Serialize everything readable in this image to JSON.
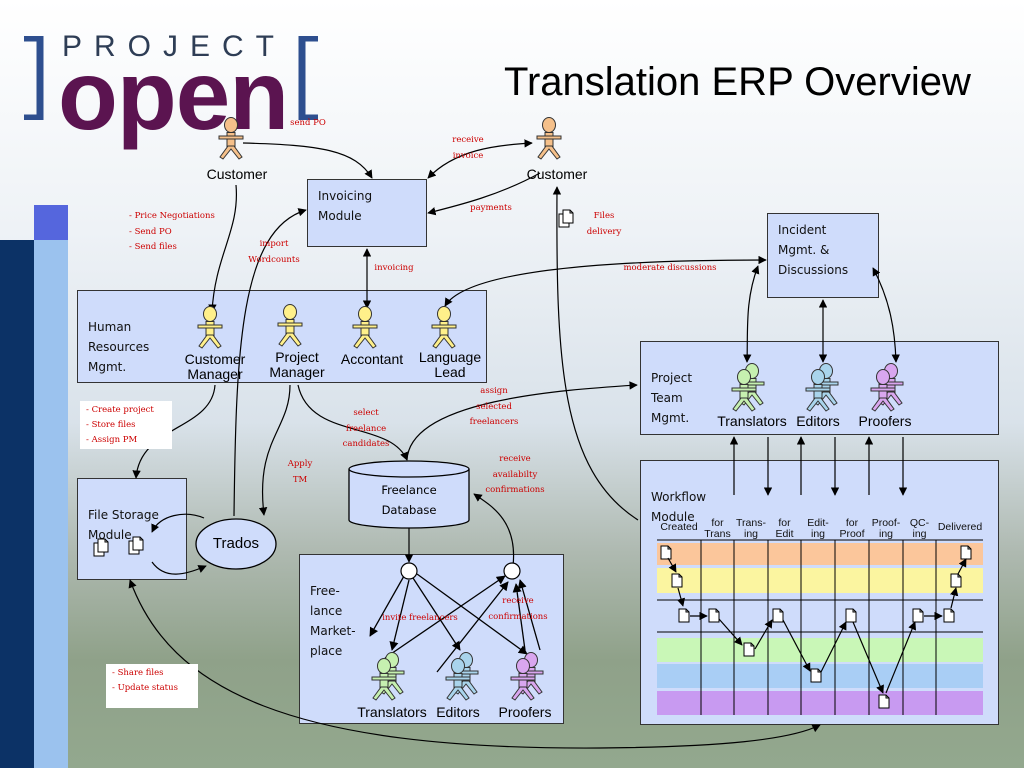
{
  "logo": {
    "project": "PROJECT",
    "open": "open"
  },
  "title": "Translation ERP Overview",
  "actors": {
    "customer_left": "Customer",
    "customer_right": "Customer",
    "customer_manager": "Customer\nManager",
    "project_manager": "Project\nManager",
    "accountant": "Accontant",
    "language_lead": "Language\nLead",
    "pt_translators": "Translators",
    "pt_editors": "Editors",
    "pt_proofers": "Proofers",
    "fm_translators": "Translators",
    "fm_editors": "Editors",
    "fm_proofers": "Proofers"
  },
  "modules": {
    "invoicing": "Invoicing\nModule",
    "incident": "Incident\nMgmt. &\nDiscussions",
    "hr": "Human\nResources\nMgmt.",
    "project_team": "Project\nTeam\nMgmt.",
    "file_storage": "File Storage\nModule",
    "trados": "Trados",
    "freelance_db": "Freelance\nDatabase",
    "marketplace": "Free-\nlance\nMarket-\nplace",
    "workflow": "Workflow\nModule"
  },
  "flows": {
    "send_po": "send PO",
    "receive_invoice": "receive\ninvoice",
    "payments": "payments",
    "files_delivery": "Files\ndelivery",
    "customer_tasks": "- Price Negotiations\n- Send PO\n- Send files",
    "import_wordcounts": "import\nWordcounts",
    "invoicing": "invoicing",
    "moderate_discussions": "moderate discussions",
    "assign_selected": "assign\nselected\nfreelancers",
    "select_candidates": "select\nfreelance\ncandidates",
    "apply_tm": "Apply\nTM",
    "receive_availability": "receive\navailabilty\nconfirmations",
    "invite_freelancers": "invite freelancers",
    "receive_confirmations": "receive\nconfirmations"
  },
  "notes": {
    "create_project": "-    Create project\n-    Store files\n-    Assign PM",
    "share_files": "-    Share files\n-    Update status"
  },
  "workflow_columns": [
    "Created",
    "for\nTrans",
    "Trans-\ning",
    "for\nEdit",
    "Edit-\ning",
    "for\nProof",
    "Proof-\ning",
    "QC-\ning",
    "Delivered"
  ],
  "colors": {
    "box_fill": "#cfdcfb",
    "logo_blue": "#2e3d55",
    "logo_purple": "#5b1450",
    "flow_text": "#cc0000",
    "actor_orange": "#f5c08a",
    "actor_yellow": "#fff08a",
    "actor_green": "#c6f0b0",
    "actor_blue": "#a9d4ec",
    "actor_purple": "#d9a6ef",
    "lane_orange": "#fbc69b",
    "lane_yellow": "#fbf5a0",
    "lane_green": "#c9f7b7",
    "lane_blue": "#a9cef5",
    "lane_purple": "#c89af1"
  }
}
